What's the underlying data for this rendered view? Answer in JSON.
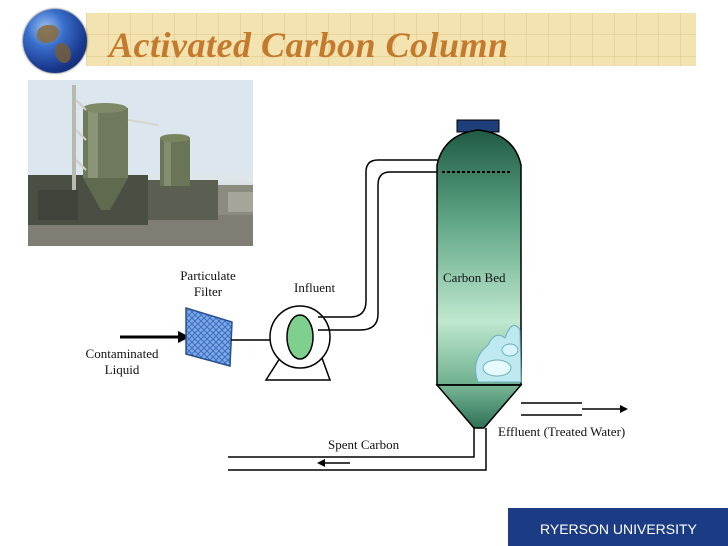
{
  "title": "Activated Carbon Column",
  "labels": {
    "particulate_filter": "Particulate\nFilter",
    "contaminated_liquid": "Contaminated\nLiquid",
    "influent": "Influent",
    "carbon_bed": "Carbon Bed",
    "spent_carbon": "Spent Carbon",
    "effluent": "Effluent (Treated Water)"
  },
  "footer": {
    "university": "RYERSON UNIVERSITY"
  },
  "colors": {
    "title": "#c47a2c",
    "header_band": "#f3e3b0",
    "column_top": "#2f6f55",
    "column_mid": "#9fd7b6",
    "filter": "#5a8fd8",
    "footer": "#1c3b85"
  }
}
